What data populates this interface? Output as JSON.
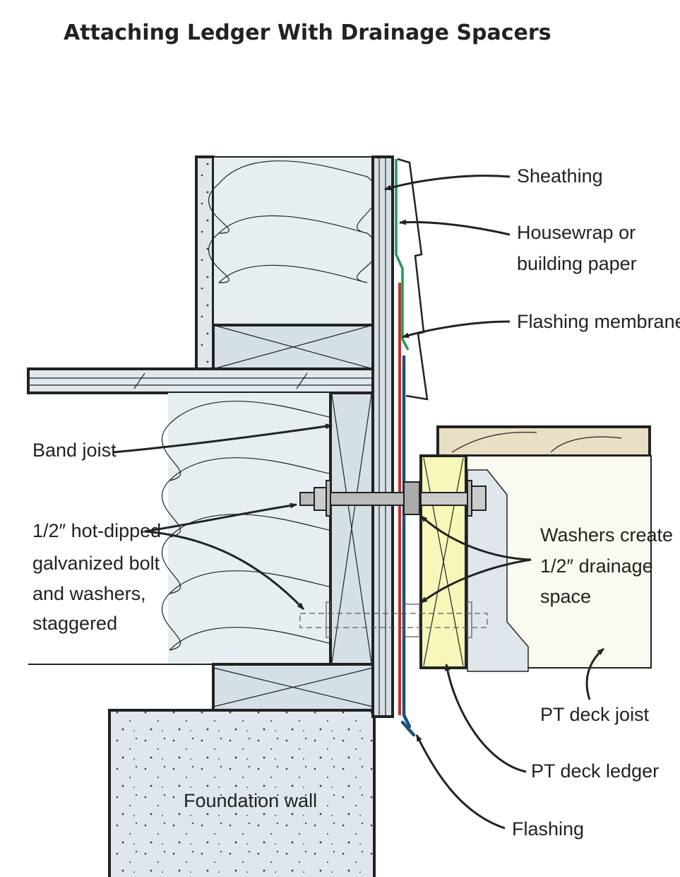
{
  "title": "Attaching Ledger With Drainage Spacers",
  "labels": {
    "sheathing": "Sheathing",
    "housewrap_1": "Housewrap or",
    "housewrap_2": "building paper",
    "flashing_membrane": "Flashing membrane",
    "band_joist": "Band joist",
    "bolt_1": "1/2″ hot-dipped",
    "bolt_2": "galvanized bolt",
    "bolt_3": "and washers,",
    "bolt_4": "staggered",
    "washers_1": "Washers create",
    "washers_2": "1/2″ drainage",
    "washers_3": "space",
    "pt_deck_joist": "PT deck joist",
    "pt_deck_ledger": "PT deck ledger",
    "foundation_wall": "Foundation wall",
    "flashing": "Flashing"
  },
  "colors": {
    "housewrap": "#1f9a55",
    "flashing_membrane": "#c8302a",
    "flashing": "#1d4f7c",
    "framing": "#d5e0e6",
    "ledger": "#f7f7b9",
    "deck_board": "#e9dfc4",
    "deck_joist": "#fafaf0"
  }
}
